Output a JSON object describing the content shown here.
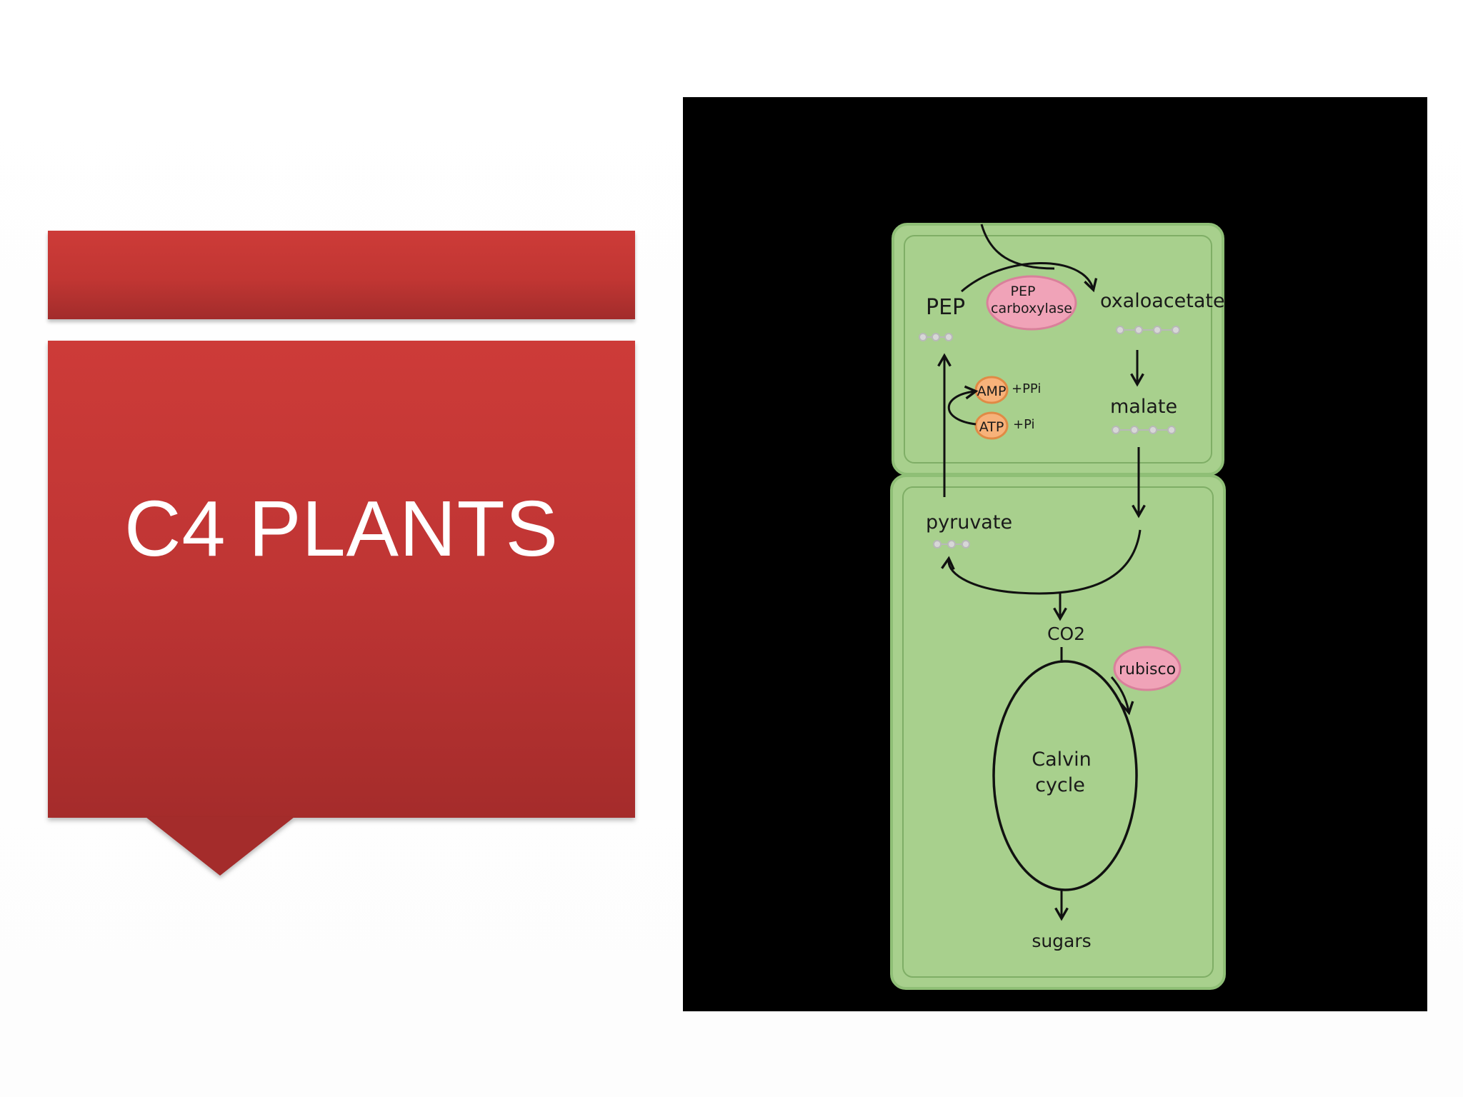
{
  "slide": {
    "title": "C4 PLANTS",
    "accent_color": "#c8393a",
    "background_color": "#ffffff"
  },
  "diagram": {
    "background_color": "#000000",
    "cell_color": "#a8d08d",
    "enzyme_color": "#f0a3b8",
    "energy_color": "#f7b27a",
    "labels": {
      "pep": "PEP",
      "pep_carboxylase_line1": "PEP",
      "pep_carboxylase_line2": "carboxylase",
      "oxaloacetate": "oxaloacetate",
      "malate": "malate",
      "amp": "AMP",
      "ppi": "+PPi",
      "atp": "ATP",
      "pi": "+Pi",
      "pyruvate": "pyruvate",
      "co2": "CO2",
      "rubisco": "rubisco",
      "calvin_line1": "Calvin",
      "calvin_line2": "cycle",
      "sugars": "sugars"
    }
  }
}
